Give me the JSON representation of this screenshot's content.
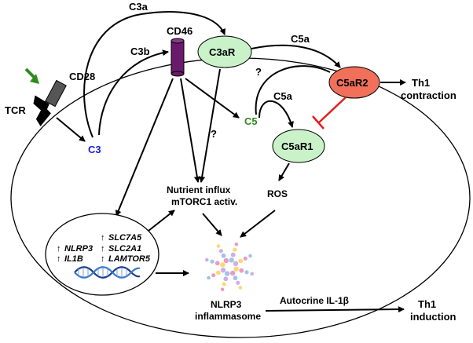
{
  "labels": {
    "c3a": "C3a",
    "c3b": "C3b",
    "cd46": "CD46",
    "c3ar": "C3aR",
    "c5a_top": "C5a",
    "c5a_mid": "C5a",
    "c5ar2": "C5aR2",
    "th1_contraction_1": "Th1",
    "th1_contraction_2": "contraction",
    "cd28": "CD28",
    "tcr": "TCR",
    "c3": "C3",
    "c5": "C5",
    "c5ar1": "C5aR1",
    "question_1": "?",
    "question_2": "?",
    "nutrient_1": "Nutrient influx",
    "nutrient_2": "mTORC1 activ.",
    "ros": "ROS",
    "nlrp3_1": "NLRP3",
    "nlrp3_2": "inflammasome",
    "autocrine": "Autocrine IL-1β",
    "th1_induction_1": "Th1",
    "th1_induction_2": "induction"
  },
  "genes": {
    "up_arrow": "↑",
    "g1": "NLRP3",
    "g2": "IL1B",
    "g3": "SLC7A5",
    "g4": "SLC2A1",
    "g5": "LAMTOR5"
  },
  "colors": {
    "c3_text": "#1a1adb",
    "c5_text": "#2e8b1e",
    "receptor_fill": "#c9f2c9",
    "c5ar2_fill": "#f0705a",
    "cd46_fill": "#6a1a6a",
    "inhibit": "#e02020",
    "green_arrow": "#2e8b1e"
  }
}
